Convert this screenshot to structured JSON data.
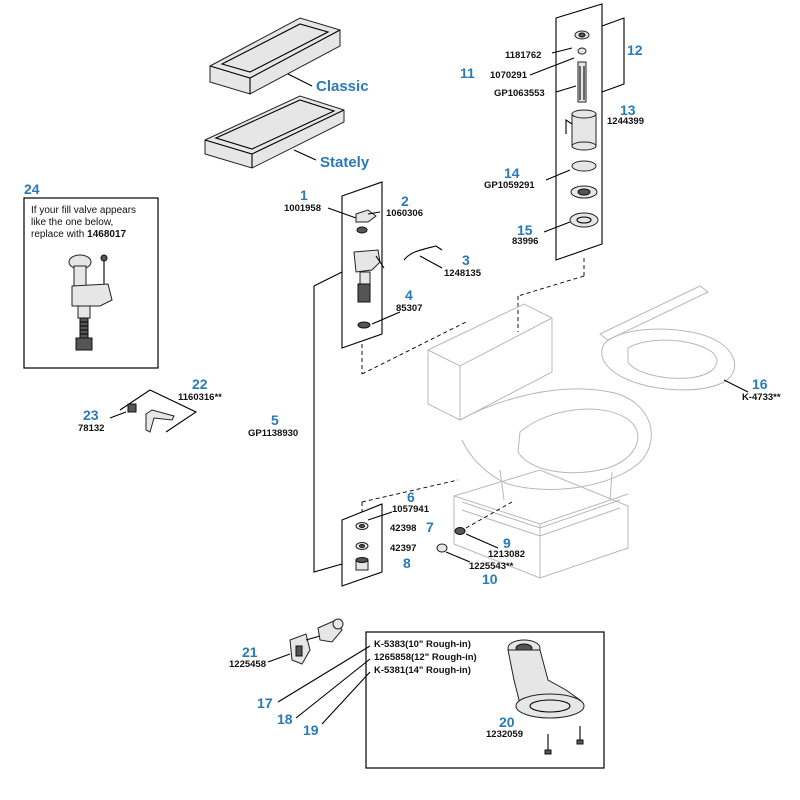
{
  "lids": [
    {
      "label": "Classic"
    },
    {
      "label": "Stately"
    }
  ],
  "callouts": [
    {
      "num": "1",
      "part": "1001958"
    },
    {
      "num": "2",
      "part": "1060306"
    },
    {
      "num": "3",
      "part": "1248135"
    },
    {
      "num": "4",
      "part": "85307"
    },
    {
      "num": "5",
      "part": "GP1138930"
    },
    {
      "num": "6",
      "part": "1057941"
    },
    {
      "num": "7",
      "part": "42398"
    },
    {
      "num": "8",
      "part": "42397"
    },
    {
      "num": "9",
      "part": "1213082"
    },
    {
      "num": "10",
      "part": "1225543**"
    },
    {
      "num": "11",
      "part": "1070291"
    },
    {
      "num": "12",
      "part": "1181762"
    },
    {
      "num": "13",
      "part": "1244399"
    },
    {
      "num": "14",
      "part": "GP1059291"
    },
    {
      "num": "15",
      "part": "83996"
    },
    {
      "num": "16",
      "part": "K-4733**"
    },
    {
      "num": "17",
      "part": ""
    },
    {
      "num": "18",
      "part": ""
    },
    {
      "num": "19",
      "part": ""
    },
    {
      "num": "20",
      "part": "1232059"
    },
    {
      "num": "21",
      "part": "1225458"
    },
    {
      "num": "22",
      "part": "1160316**"
    },
    {
      "num": "23",
      "part": "78132"
    },
    {
      "num": "24",
      "part": ""
    }
  ],
  "extra_parts": {
    "flush_valve_part": "GP1063553"
  },
  "fill_valve_note": {
    "line1": "If your fill valve appears",
    "line2": "like the one below,",
    "line3": "replace with ",
    "replacement": "1468017"
  },
  "rough_in_options": [
    {
      "part": "K-5383",
      "desc": "(10\" Rough-in)"
    },
    {
      "part": "1265858",
      "desc": "(12\" Rough-in)"
    },
    {
      "part": "K-5381",
      "desc": "(14\" Rough-in)"
    }
  ],
  "colors": {
    "callout_blue": "#2a7ab8",
    "line": "#000000",
    "ghost_outline": "#b8b8b8"
  }
}
